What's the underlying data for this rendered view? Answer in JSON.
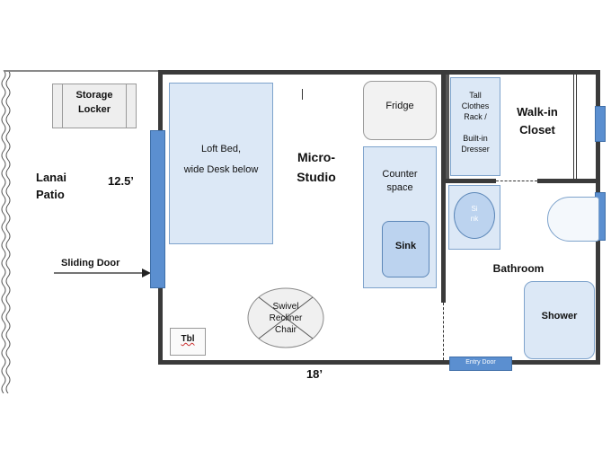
{
  "labels": {
    "storage_locker": "Storage\nLocker",
    "lanai_patio": "Lanai\nPatio",
    "height_dim": "12.5’",
    "sliding_door": "Sliding Door",
    "loft_bed": "Loft Bed,\nwide Desk below",
    "micro_studio": "Micro-\nStudio",
    "fridge": "Fridge",
    "counter_space": "Counter\nspace",
    "sink": "Sink",
    "closet_rack": "Tall\nClothes\nRack /\n\nBuilt-in\nDresser",
    "walk_in_closet": "Walk-in\nCloset",
    "bath_sink": "Si\nnk",
    "bathroom": "Bathroom",
    "shower": "Shower",
    "swivel_chair": "Swivel\nRecliner\nChair",
    "table": "Tbl",
    "width_dim": "18’",
    "entry_door": "Entry Door"
  },
  "colors": {
    "wall": "#3a3a3a",
    "door_blue": "#5b8fd0",
    "fixture_light": "#dce8f6",
    "fixture_mid": "#bcd3ef",
    "fixture_gray": "#eeeeee"
  }
}
